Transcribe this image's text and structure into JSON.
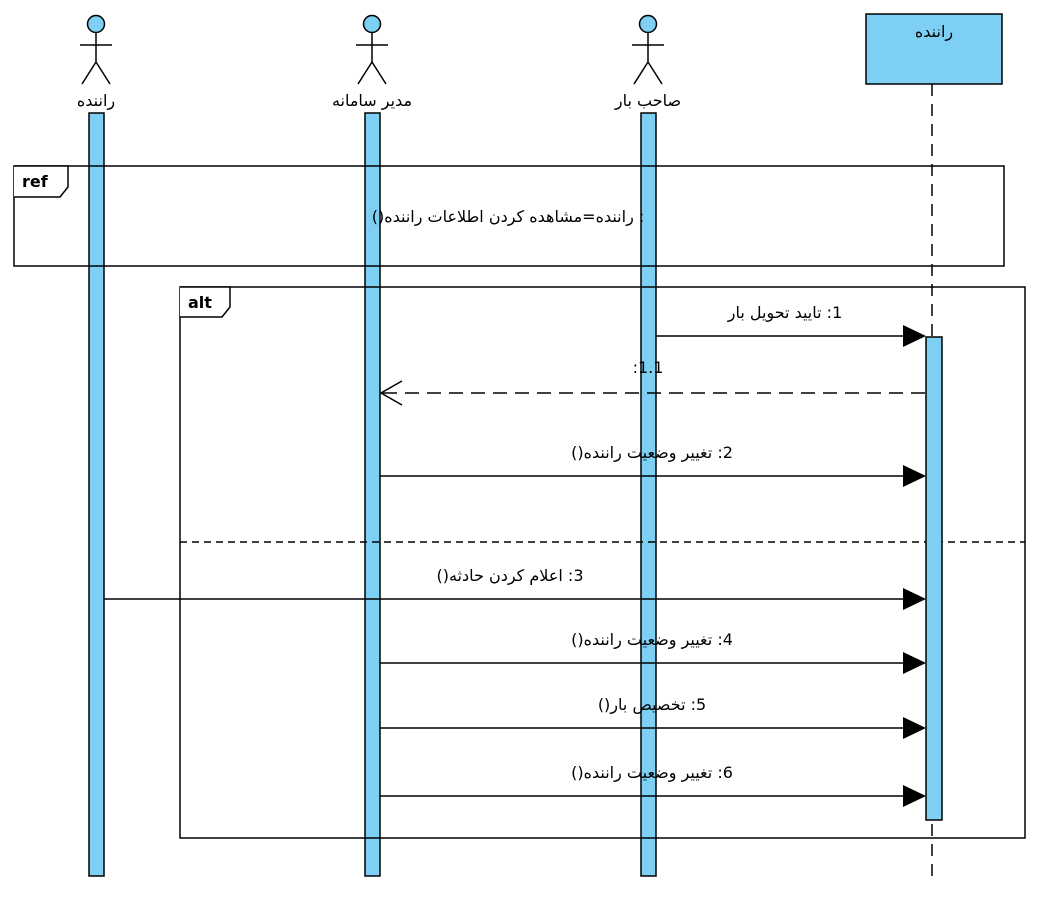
{
  "colors": {
    "accent": "#7dcff4",
    "line": "#000000",
    "background": "#ffffff"
  },
  "participants": [
    {
      "kind": "actor",
      "label": "راننده"
    },
    {
      "kind": "actor",
      "label": "مدیر سامانه"
    },
    {
      "kind": "actor",
      "label": "صاحب بار"
    },
    {
      "kind": "object",
      "label": "راننده"
    }
  ],
  "ref_fragment": {
    "tag": "ref",
    "text": ": راننده=مشاهده کردن اطلاعات راننده()"
  },
  "alt_fragment": {
    "tag": "alt"
  },
  "messages": [
    {
      "label": "1: تایید تحویل بار",
      "type": "sync"
    },
    {
      "label": "1.1:",
      "type": "return"
    },
    {
      "label": "2: تغییر وضعیت راننده()",
      "type": "sync"
    },
    {
      "label": "3: اعلام کردن حادثه()",
      "type": "sync"
    },
    {
      "label": "4: تغییر وضعیت راننده()",
      "type": "sync"
    },
    {
      "label": "5: تخصیص بار()",
      "type": "sync"
    },
    {
      "label": "6: تغییر وضعیت راننده()",
      "type": "sync"
    }
  ]
}
